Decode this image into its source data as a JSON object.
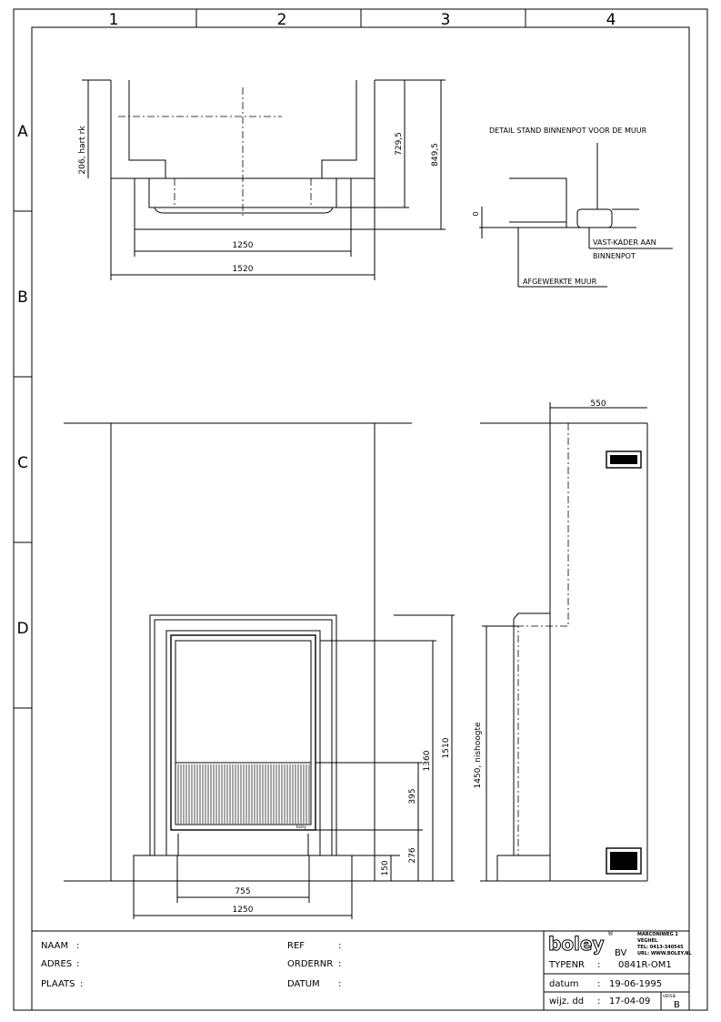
{
  "grid": {
    "columns": [
      "1",
      "2",
      "3",
      "4"
    ],
    "rows": [
      "A",
      "B",
      "C",
      "D"
    ]
  },
  "top_view": {
    "dim_width_inner": "1250",
    "dim_width_outer": "1520",
    "dim_depth_1": "729,5",
    "dim_depth_2": "849,5",
    "dim_hart": "206, hart rk"
  },
  "detail": {
    "title": "DETAIL STAND BINNENPOT VOOR DE MUUR",
    "dim_zero": "0",
    "label_kader_1": "VAST-KADER AAN",
    "label_kader_2": "BINNENPOT",
    "label_muur": "AFGEWERKTE MUUR"
  },
  "front_view": {
    "dim_755": "755",
    "dim_1250": "1250",
    "dim_1510": "1510",
    "dim_1360": "1360",
    "dim_395": "395",
    "dim_276": "276",
    "dim_150": "150",
    "grille_brand": "boley"
  },
  "side_view": {
    "dim_550": "550",
    "dim_nishoogte": "1450, nishoogte"
  },
  "title_block": {
    "naam_label": "NAAM",
    "adres_label": "ADRES",
    "plaats_label": "PLAATS",
    "ref_label": "REF",
    "ordernr_label": "ORDERNR",
    "datum_label_left": "DATUM",
    "colon": ":",
    "logo": "boley",
    "logo_suffix": "BV",
    "registered": "®",
    "address_1": "MARCONIWEG 1",
    "address_2": "VEGHEL",
    "address_3": "TEL: 0413-340545",
    "address_4": "URL: WWW.BOLEY.NL",
    "typenr_label": "TYPENR",
    "typenr_value": "0841R-OM1",
    "datum_label": "datum",
    "datum_value": "19-06-1995",
    "wijz_label": "wijz. dd",
    "wijz_value": "17-04-09",
    "versie_label": "VERSIE",
    "versie_value": "B"
  }
}
